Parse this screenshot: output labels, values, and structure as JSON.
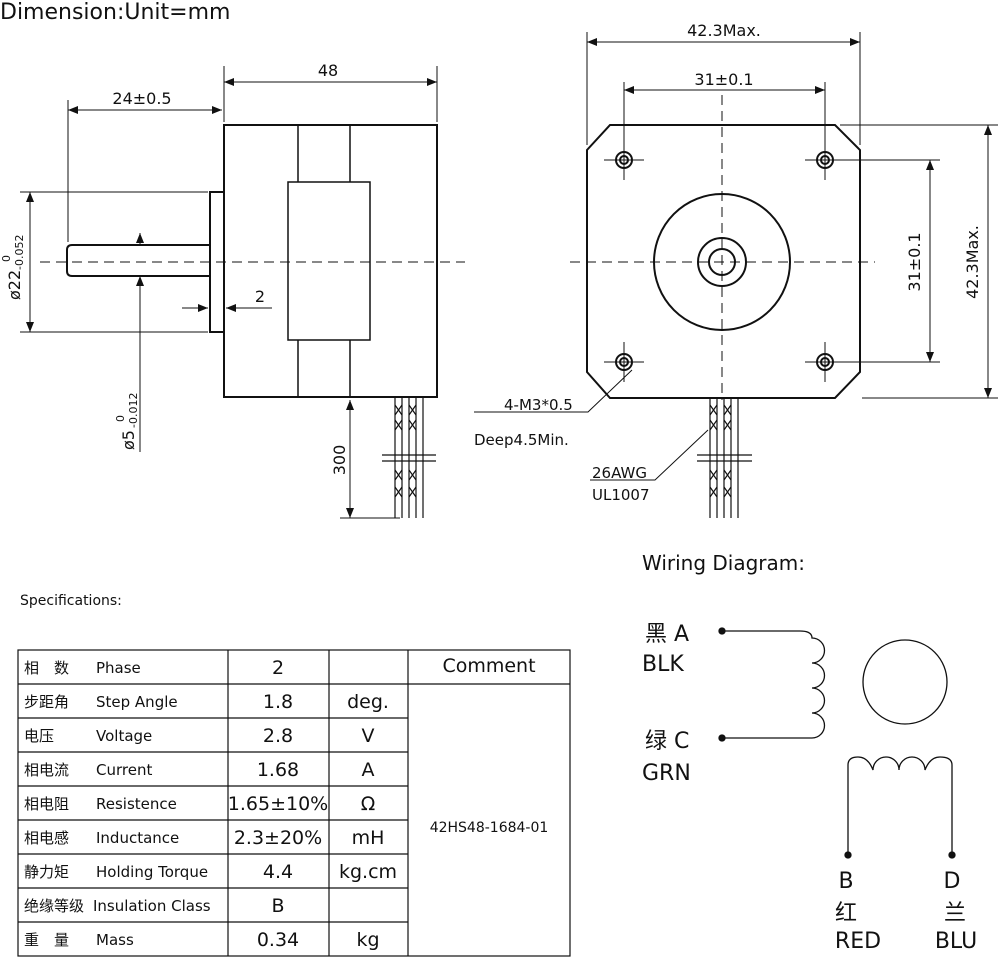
{
  "title": "Dimension:Unit=mm",
  "side_view": {
    "length_label": "48",
    "shaft_length_label": "24±0.5",
    "flange_label": "2",
    "lead_length_label": "300",
    "boss_dia_prefix": "ø22",
    "boss_tol_upper": "0",
    "boss_tol_lower": "-0.052",
    "shaft_dia_prefix": "ø5",
    "shaft_tol_upper": "0",
    "shaft_tol_lower": "-0.012"
  },
  "front_view": {
    "width_label": "42.3Max.",
    "hole_spacing_label": "31±0.1",
    "height_hole_spacing_label": "31±0.1",
    "height_label": "42.3Max.",
    "hole_label_1": "4-M3*0.5",
    "hole_label_2": "Deep4.5Min.",
    "wire_label_1": "26AWG",
    "wire_label_2": "UL1007"
  },
  "wiring": {
    "title": "Wiring Diagram:",
    "a_cn": "黑 A",
    "a_en": "BLK",
    "c_cn": "绿 C",
    "c_en": "GRN",
    "b_letter": "B",
    "b_cn": "红",
    "b_en": "RED",
    "d_letter": "D",
    "d_cn": "兰",
    "d_en": "BLU"
  },
  "specifications": {
    "title": "Specifications:",
    "comment_header": "Comment",
    "model": "42HS48-1684-01",
    "rows": [
      {
        "cn": "相　数",
        "en": "Phase",
        "value": "2",
        "unit": ""
      },
      {
        "cn": "步距角",
        "en": "Step Angle",
        "value": "1.8",
        "unit": "deg."
      },
      {
        "cn": "电压",
        "en": "Voltage",
        "value": "2.8",
        "unit": "V"
      },
      {
        "cn": "相电流",
        "en": "Current",
        "value": "1.68",
        "unit": "A"
      },
      {
        "cn": "相电阻",
        "en": "Resistence",
        "value": "1.65±10%",
        "unit": "Ω"
      },
      {
        "cn": "相电感",
        "en": "Inductance",
        "value": "2.3±20%",
        "unit": "mH"
      },
      {
        "cn": "静力矩",
        "en": "Holding Torque",
        "value": "4.4",
        "unit": "kg.cm"
      },
      {
        "cn": "绝缘等级",
        "en": "Insulation Class",
        "value": "B",
        "unit": ""
      },
      {
        "cn": "重　量",
        "en": "Mass",
        "value": "0.34",
        "unit": "kg"
      }
    ]
  }
}
